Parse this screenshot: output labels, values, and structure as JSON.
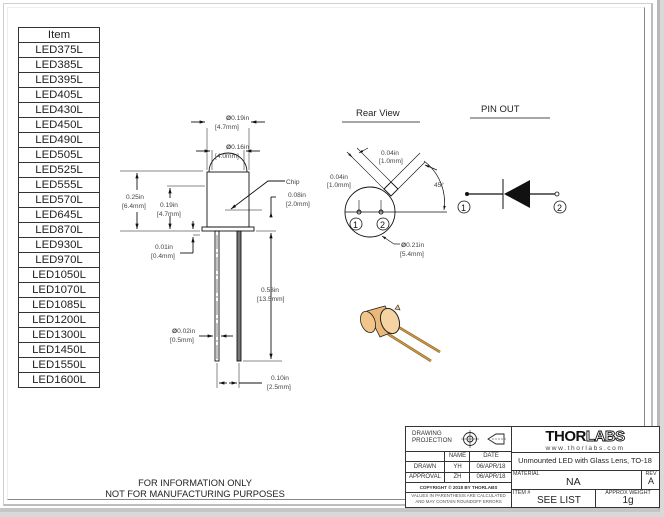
{
  "items_table": {
    "header": "Item",
    "rows": [
      "LED375L",
      "LED385L",
      "LED395L",
      "LED405L",
      "LED430L",
      "LED450L",
      "LED490L",
      "LED505L",
      "LED525L",
      "LED555L",
      "LED570L",
      "LED645L",
      "LED870L",
      "LED930L",
      "LED970L",
      "LED1050L",
      "LED1070L",
      "LED1085L",
      "LED1200L",
      "LED1300L",
      "LED1450L",
      "LED1550L",
      "LED1600L"
    ]
  },
  "side_view": {
    "dim_outer_diameter": {
      "in": "0.19in",
      "mm": "[4.7mm]"
    },
    "dim_inner_diameter": {
      "in": "0.16in",
      "mm": "[4.0mm]"
    },
    "dim_total_height": {
      "in": "0.25in",
      "mm": "[6.4mm]"
    },
    "dim_can_height": {
      "in": "0.19in",
      "mm": "[4.7mm]"
    },
    "dim_flange": {
      "in": "0.01in",
      "mm": "[0.4mm]"
    },
    "dim_chip_height": {
      "in": "0.08in",
      "mm": "[2.0mm]"
    },
    "dim_lead_length": {
      "in": "0.53in",
      "mm": "[13.5mm]"
    },
    "dim_lead_diameter": {
      "in": "0.02in",
      "mm": "[0.5mm]"
    },
    "dim_lead_spacing": {
      "in": "0.10in",
      "mm": "[2.5mm]"
    },
    "chip_label": "Chip",
    "diameter_symbol": "Ø"
  },
  "rear_view": {
    "title": "Rear View",
    "dim_tab_width": {
      "in": "0.04in",
      "mm": "[1.0mm]"
    },
    "dim_tab_length": {
      "in": "0.04in",
      "mm": "[1.0mm]"
    },
    "angle": "45°",
    "dim_base_diameter": {
      "in": "0.21in",
      "mm": "[5.4mm]"
    },
    "pin1": "1",
    "pin2": "2"
  },
  "pin_out": {
    "title": "PIN OUT",
    "pin1": "1",
    "pin2": "2"
  },
  "notice": {
    "line1": "FOR INFORMATION ONLY",
    "line2": "NOT FOR MANUFACTURING PURPOSES"
  },
  "title_block": {
    "projection_label_1": "DRAWING",
    "projection_label_2": "PROJECTION",
    "col_name": "NAME",
    "col_date": "DATE",
    "drawn_label": "DRAWN",
    "drawn_name": "YH",
    "drawn_date": "06/APR/18",
    "approval_label": "APPROVAL",
    "approval_name": "ZH",
    "approval_date": "06/APR/18",
    "copyright": "COPYRIGHT © 2018 BY THORLABS",
    "values_note_1": "VALUES IN PARENTHESIS ARE CALCULATED",
    "values_note_2": "AND MAY CONTAIN ROUNDOFF ERRORS",
    "logo_thor": "THOR",
    "logo_labs": "LABS",
    "logo_url": "www.thorlabs.com",
    "description": "Unmounted LED with Glass Lens, TO-18",
    "material_label": "MATERIAL",
    "material_value": "NA",
    "rev_label": "REV",
    "rev_value": "A",
    "item_label": "ITEM #",
    "item_value": "SEE LIST",
    "weight_label": "APPROX WEIGHT",
    "weight_value": "1g"
  },
  "colors": {
    "led_body": "#f2c58a",
    "lead": "#b8862f",
    "line": "#111111"
  }
}
